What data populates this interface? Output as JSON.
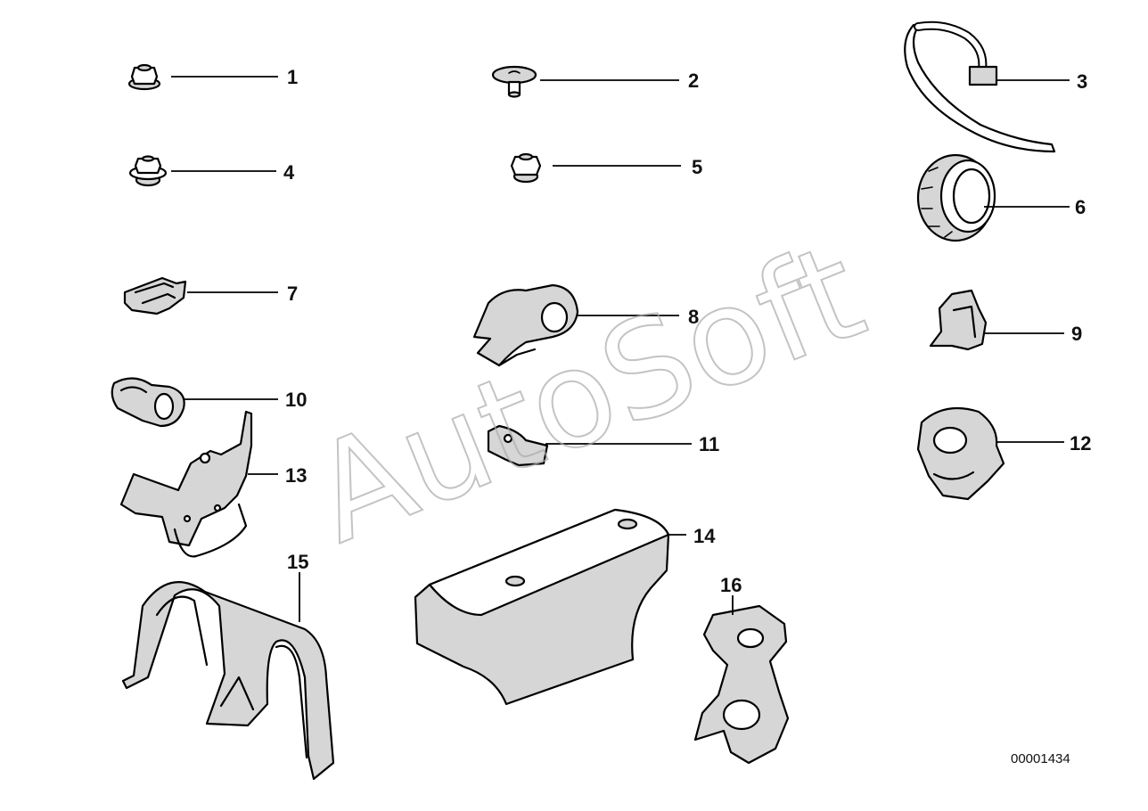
{
  "diagram": {
    "drawing_number": "00001434",
    "watermark": "AutoSoft",
    "callouts": [
      {
        "id": "1",
        "label": "1",
        "icon": "flange-nut-icon"
      },
      {
        "id": "2",
        "label": "2",
        "icon": "push-rivet-icon"
      },
      {
        "id": "3",
        "label": "3",
        "icon": "cable-tie-icon"
      },
      {
        "id": "4",
        "label": "4",
        "icon": "collar-nut-icon"
      },
      {
        "id": "5",
        "label": "5",
        "icon": "hex-nut-icon"
      },
      {
        "id": "6",
        "label": "6",
        "icon": "grommet-icon"
      },
      {
        "id": "7",
        "label": "7",
        "icon": "spring-clip-icon"
      },
      {
        "id": "8",
        "label": "8",
        "icon": "cable-clip-icon"
      },
      {
        "id": "9",
        "label": "9",
        "icon": "edge-clip-icon"
      },
      {
        "id": "10",
        "label": "10",
        "icon": "hose-clip-icon"
      },
      {
        "id": "11",
        "label": "11",
        "icon": "bracket-icon"
      },
      {
        "id": "12",
        "label": "12",
        "icon": "cable-holder-icon"
      },
      {
        "id": "13",
        "label": "13",
        "icon": "mounting-bracket-icon"
      },
      {
        "id": "14",
        "label": "14",
        "icon": "cover-plate-icon"
      },
      {
        "id": "15",
        "label": "15",
        "icon": "cable-guide-icon"
      },
      {
        "id": "16",
        "label": "16",
        "icon": "double-clip-icon"
      }
    ]
  }
}
